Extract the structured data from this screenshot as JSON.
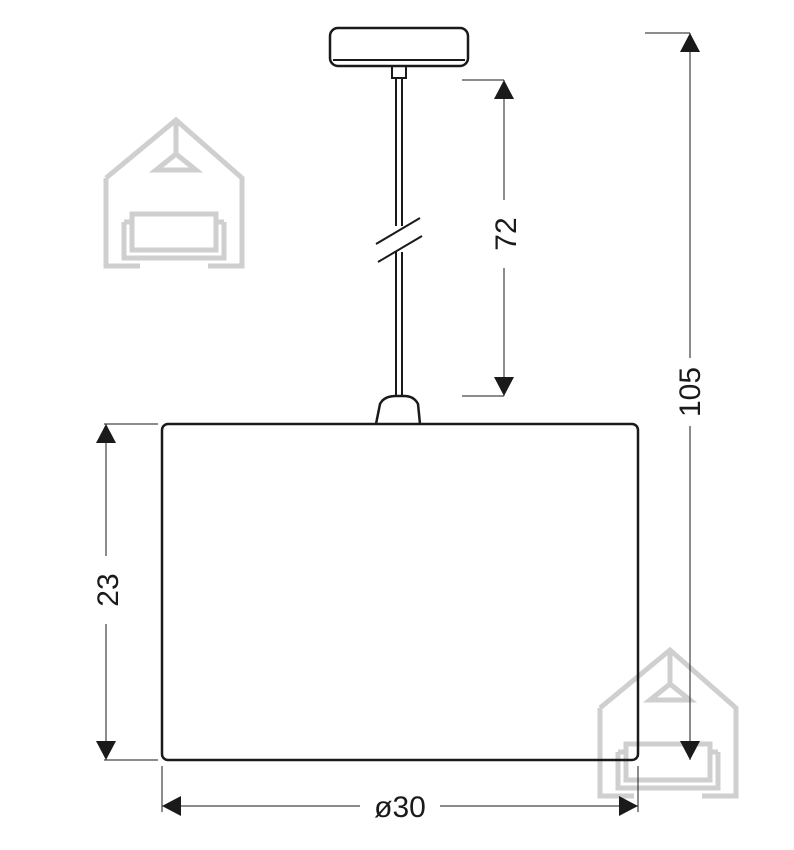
{
  "dimensions": {
    "total_height": "105",
    "cable_length": "72",
    "shade_height": "23",
    "shade_diameter": "ø30"
  },
  "colors": {
    "line": "#1a1a1a",
    "watermark": "#cfcfcf",
    "background": "#ffffff"
  },
  "icons": {
    "watermark": "house-with-lamp-and-sofa-icon"
  }
}
